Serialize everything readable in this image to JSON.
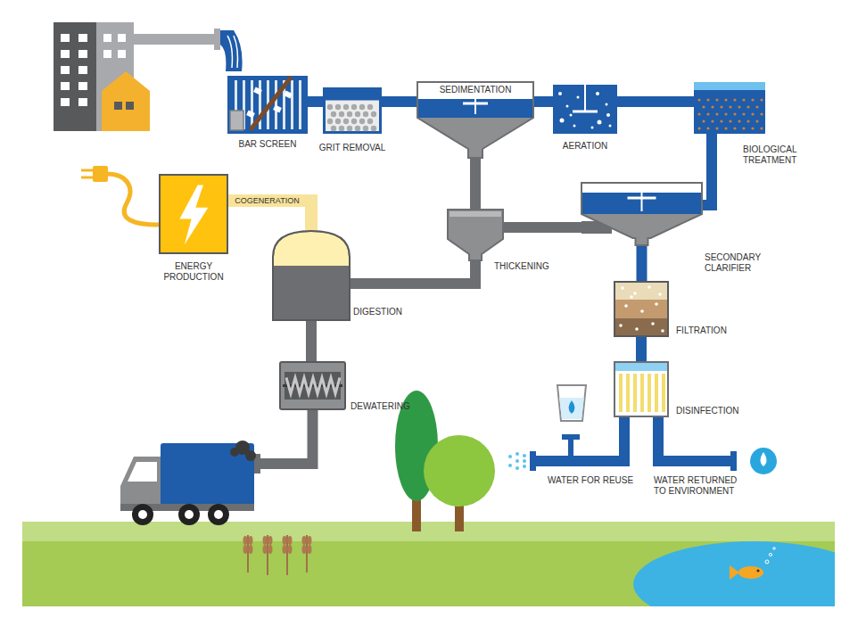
{
  "diagram": {
    "nodes": [
      {
        "text": [
          "BAR SCREEN"
        ]
      },
      {
        "text": [
          "GRIT REMOVAL"
        ]
      },
      {
        "text": [
          "SEDIMENTATION"
        ]
      },
      {
        "text": [
          "AERATION"
        ]
      },
      {
        "text": [
          "BIOLOGICAL TREATMENT"
        ]
      },
      {
        "text": [
          "ENERGY PRODUCTION"
        ]
      },
      {
        "text": [
          "THICKENING"
        ]
      },
      {
        "text": [
          "SECONDARY CLARIFIER"
        ]
      },
      {
        "text": [
          "DIGESTION"
        ]
      },
      {
        "text": [
          "FILTRATION"
        ]
      },
      {
        "text": [
          "DEWATERING"
        ]
      },
      {
        "text": [
          "DISINFECTION"
        ]
      }
    ],
    "edges": [
      {
        "from": 0,
        "to": 1,
        "arrow": "none"
      },
      {
        "from": 1,
        "to": 2,
        "arrow": "none"
      },
      {
        "from": 2,
        "to": 3,
        "arrow": "none"
      },
      {
        "from": 3,
        "to": 4,
        "arrow": "none"
      },
      {
        "from": 4,
        "to": 7,
        "arrow": "none"
      },
      {
        "from": 2,
        "to": 6,
        "arrow": "none"
      },
      {
        "from": 7,
        "to": 6,
        "arrow": "none"
      },
      {
        "from": 6,
        "to": 8,
        "arrow": "none"
      },
      {
        "from": 8,
        "to": 5,
        "label": "COGENERATION",
        "arrow": "none"
      },
      {
        "from": 7,
        "to": 9,
        "arrow": "none"
      },
      {
        "from": 9,
        "to": 11,
        "arrow": "none"
      },
      {
        "from": 8,
        "to": 10,
        "arrow": "none"
      }
    ],
    "labels": [
      "WATER FOR REUSE",
      "WATER RETURNED TO ENVIRONMENT"
    ]
  }
}
